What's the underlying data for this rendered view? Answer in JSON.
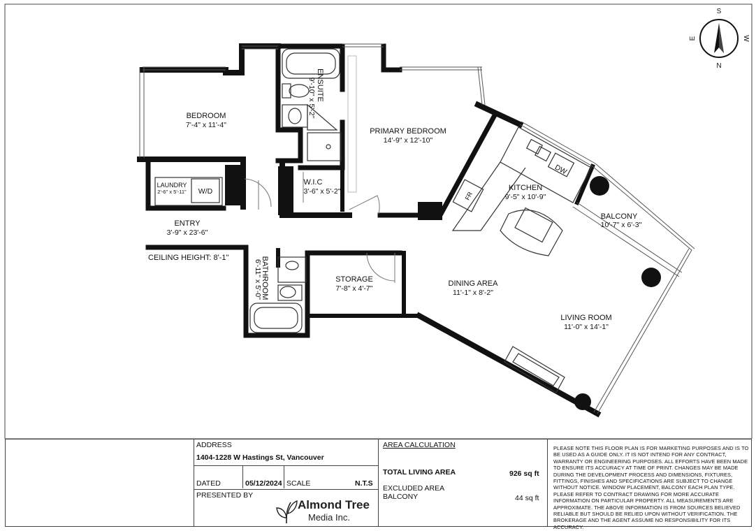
{
  "compass": {
    "s": "S",
    "w": "W",
    "n": "N",
    "e": "E"
  },
  "rooms": {
    "bedroom": {
      "name": "BEDROOM",
      "dim": "7'-4\" x 11'-4\""
    },
    "laundry": {
      "name": "LAUNDRY",
      "dim": "2'-6\" x 5'-11\"",
      "wd": "W/D"
    },
    "ensuite": {
      "name": "ENSUITE",
      "dim": "9'-10\" x 5'-2\""
    },
    "primary": {
      "name": "PRIMARY BEDROOM",
      "dim": "14'-9\" x 12'-10\""
    },
    "wic": {
      "name": "W.I.C",
      "dim": "3'-6\" x 5'-2\""
    },
    "kitchen": {
      "name": "KITCHEN",
      "dim": "9'-5\" x 10'-9\"",
      "dw": "DW",
      "fr": "FR"
    },
    "balcony": {
      "name": "BALCONY",
      "dim": "10'-7\" x 6'-3\""
    },
    "entry": {
      "name": "ENTRY",
      "dim": "3'-9\" x 23'-6\""
    },
    "ceiling": "CEILING HEIGHT: 8'-1\"",
    "bathroom": {
      "name": "BATHROOM",
      "dim": "6'-11\" x 5'-0\""
    },
    "storage": {
      "name": "STORAGE",
      "dim": "7'-8\" x 4'-7\""
    },
    "dining": {
      "name": "DINING AREA",
      "dim": "11'-1\" x 8'-2\""
    },
    "living": {
      "name": "LIVING ROOM",
      "dim": "11'-0\" x 14'-1\""
    }
  },
  "info": {
    "address_label": "ADDRESS",
    "address": "1404-1228 W Hastings St, Vancouver",
    "dated_label": "DATED",
    "dated": "05/12/2024",
    "scale_label": "SCALE",
    "scale": "N.T.S",
    "presented_label": "PRESENTED BY",
    "brand_name": "Almond Tree",
    "brand_sub": "Media Inc.",
    "area_label": "AREA  CALCULATION",
    "total_label": "TOTAL LIVING AREA",
    "total_value": "926 sq ft",
    "excluded_label": "EXCLUDED AREA",
    "balcony_label": "BALCONY",
    "balcony_value": "44 sq ft",
    "notes": "PLEASE NOTE THIS FLOOR PLAN IS FOR MARKETING PURPOSES AND IS TO BE USED AS A GUIDE ONLY. IT IS NOT INTEND FOR ANY CONTRACT, WARRANTY OR ENGINEERING PURPOSES. ALL EFFORTS HAVE BEEN MADE TO ENSURE ITS ACCURACY AT TIME OF PRINT. CHANGES MAY BE MADE DURING THE DEVELOPMENT PROCESS AND DIMENSIONS, FIXTURES, FITTINGS, FINISHES AND SPECIFICATIONS ARE SUBJECT TO CHANGE WITHOUT NOTICE. WINDOW PLACEMENT, BALCONY EACH PLAN TYPE. PLEASE REFER TO CONTRACT DRAWING FOR MORE ACCURATE INFORMATION ON PARTICULAR PROPERTY. ALL MEASUREMENTS ARE APPROXIMATE. THE ABOVE INFORMATION IS FROM SOURCES BELIEVED RELIABLE BUT SHOULD BE RELIED UPON WITHOUT VERIFICATION. THE BROKERAGE AND THE AGENT ASSUME NO RESPONSIBILITY FOR ITS ACCURACY."
  }
}
